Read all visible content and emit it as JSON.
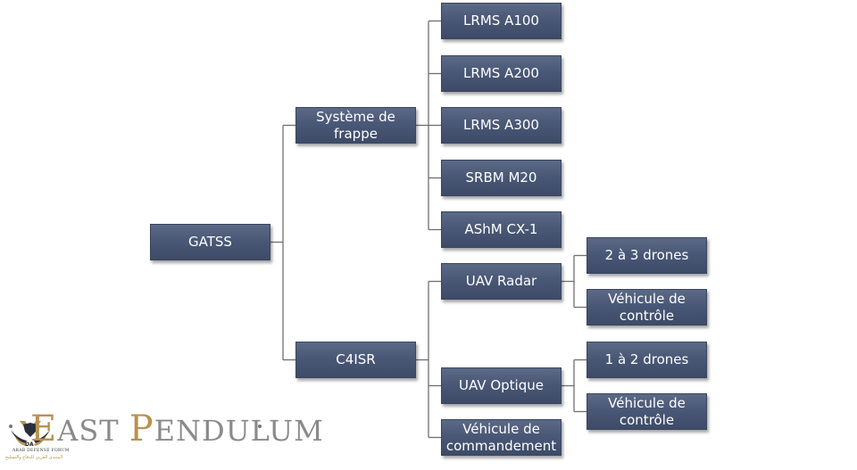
{
  "diagram": {
    "type": "tree",
    "root": {
      "label": "GATSS",
      "children": [
        {
          "label": "Système de frappe",
          "children": [
            {
              "label": "LRMS A100"
            },
            {
              "label": "LRMS A200"
            },
            {
              "label": "LRMS A300"
            },
            {
              "label": "SRBM M20"
            },
            {
              "label": "AShM CX-1"
            }
          ]
        },
        {
          "label": "C4ISR",
          "children": [
            {
              "label": "UAV Radar",
              "children": [
                {
                  "label": "2 à 3 drones"
                },
                {
                  "label": "Véhicule de contrôle"
                }
              ]
            },
            {
              "label": "UAV Optique",
              "children": [
                {
                  "label": "1 à 2 drones"
                },
                {
                  "label": "Véhicule de contrôle"
                }
              ]
            },
            {
              "label": "Véhicule de commandement"
            }
          ]
        }
      ]
    },
    "node_color": "#4a5877",
    "line_color": "#6f6f6f"
  },
  "watermark": {
    "brand_first_initial": "E",
    "brand_first_rest": "AST",
    "brand_second_initial": "P",
    "brand_second_rest": "ENDULUM",
    "badge_text": "DA",
    "forum_label": "ARAB DEFENSE FORUM",
    "forum_arabic": "المنتدى العربي للدفاع والتسليح",
    "accent_color": "#b8924f"
  }
}
